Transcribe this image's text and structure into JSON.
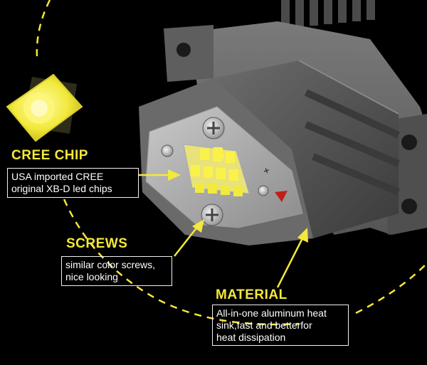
{
  "colors": {
    "background": "#000000",
    "accent": "#f4e83a",
    "housing": "#5a5a5a",
    "text": "#ffffff"
  },
  "callouts": {
    "cree_chip": {
      "title": "CREE CHIP",
      "lines": [
        "USA imported CREE",
        "original XB-D led chips"
      ]
    },
    "screws": {
      "title": "SCREWS",
      "lines": [
        "similar color screws,",
        "nice looking"
      ]
    },
    "material": {
      "title": "MATERIAL",
      "lines": [
        "All-in-one aluminum heat",
        "sink,fast and betterfor",
        "heat dissipation"
      ]
    }
  },
  "markings": {
    "plus": "+"
  }
}
